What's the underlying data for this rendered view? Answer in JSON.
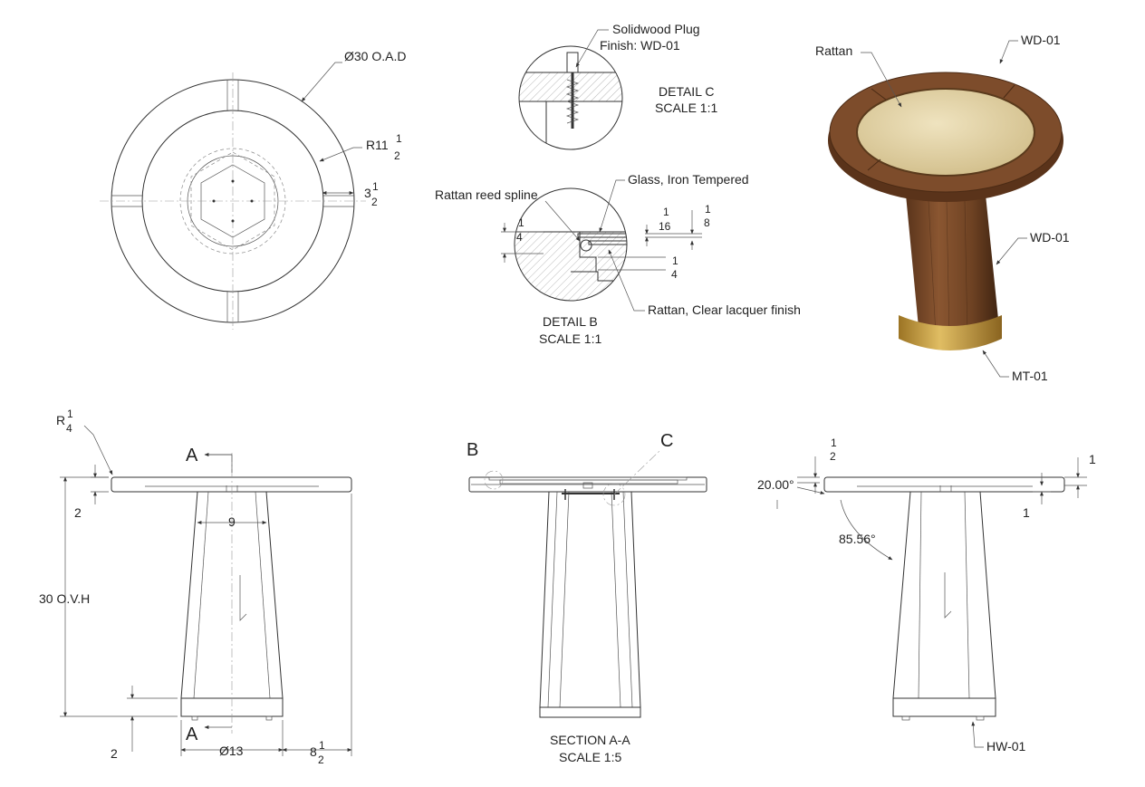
{
  "top_view": {
    "diameter": "Ø30 O.A.D",
    "radius_whole": "R11",
    "radius_num": "1",
    "radius_den": "2",
    "rim_whole": "3",
    "rim_num": "1",
    "rim_den": "2"
  },
  "detail_c": {
    "callout_line1": "Solidwood Plug",
    "callout_line2": "Finish: WD-01",
    "title": "DETAIL C",
    "scale": "SCALE 1:1"
  },
  "detail_b": {
    "spline": "Rattan reed spline",
    "glass": "Glass, Iron Tempered",
    "rattan": "Rattan, Clear lacquer finish",
    "dim_left_num": "1",
    "dim_left_den": "4",
    "dim_top1_num": "1",
    "dim_top1_den": "16",
    "dim_top2_num": "1",
    "dim_top2_den": "8",
    "dim_right_num": "1",
    "dim_right_den": "4",
    "title": "DETAIL B",
    "scale": "SCALE 1:1"
  },
  "render": {
    "rattan": "Rattan",
    "top_finish": "WD-01",
    "base_finish": "WD-01",
    "metal": "MT-01",
    "colors": {
      "walnut": "#7a4a2a",
      "walnut_dark": "#4e2c16",
      "rattan": "#e3d3a6",
      "brass": "#c49a3c"
    }
  },
  "elevation": {
    "edge_radius_whole": "R",
    "edge_radius_num": "1",
    "edge_radius_den": "4",
    "section_marker": "A",
    "top_thickness": "2",
    "stem_width": "9",
    "overall_height": "30 O.V.H",
    "plinth_height": "2",
    "base_diameter": "Ø13",
    "overhang_whole": "8",
    "overhang_num": "1",
    "overhang_den": "2"
  },
  "section": {
    "marker_b": "B",
    "marker_c": "C",
    "title": "SECTION A-A",
    "scale": "SCALE 1:5"
  },
  "side": {
    "angle_top": "20.00°",
    "angle_leg": "85.56°",
    "dim_top_num": "1",
    "dim_top_den": "2",
    "dim_right": "1",
    "dim_lower": "1",
    "hardware": "HW-01"
  }
}
